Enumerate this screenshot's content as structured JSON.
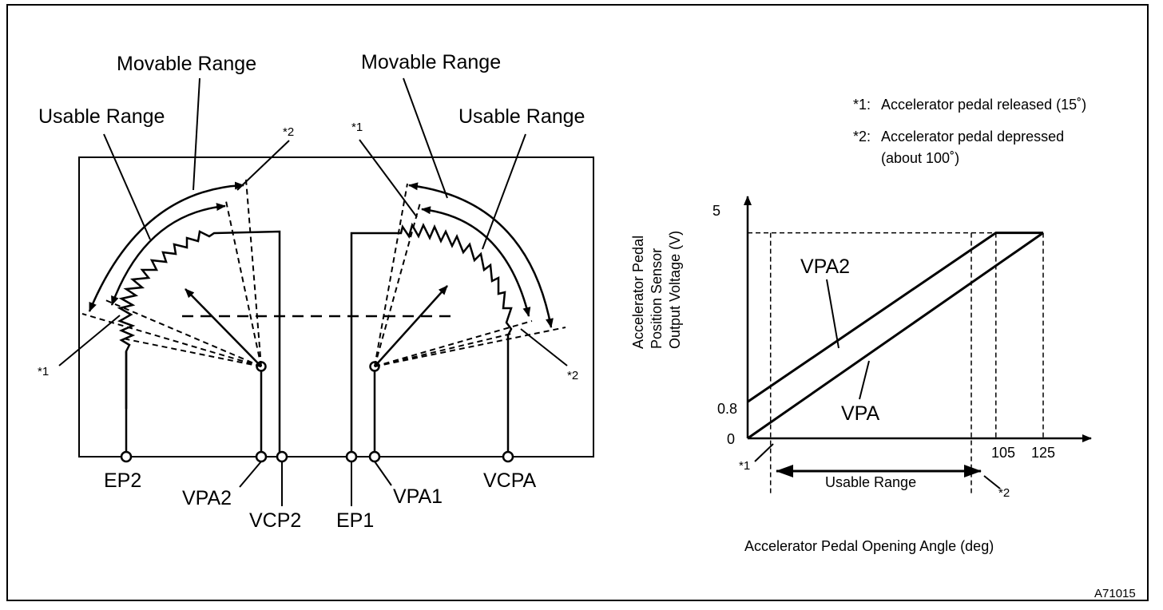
{
  "sensor_diagram": {
    "left_movable_range": "Movable Range",
    "left_usable_range": "Usable Range",
    "right_movable_range": "Movable Range",
    "right_usable_range": "Usable Range",
    "mark_1": "*1",
    "mark_2": "*2",
    "terminals": [
      "EP2",
      "VPA2",
      "VCP2",
      "EP1",
      "VPA1",
      "VCPA"
    ]
  },
  "notes": [
    {
      "mark": "*1:",
      "text": "Accelerator pedal released (15˚)"
    },
    {
      "mark": "*2:",
      "text": "Accelerator pedal depressed"
    },
    {
      "mark": "",
      "text": "(about 100˚)"
    }
  ],
  "chart_data": {
    "type": "line",
    "ylabel_lines": [
      "Accelerator Pedal",
      "Position Sensor",
      "Output Voltage (V)"
    ],
    "xlabel": "Accelerator Pedal Opening Angle (deg)",
    "y_ticks": [
      "5",
      "0.8",
      "0"
    ],
    "x_ticks": [
      "105",
      "125"
    ],
    "series": [
      {
        "name": "VPA2",
        "x": [
          0,
          105,
          125
        ],
        "y": [
          0.8,
          4.5,
          4.5
        ]
      },
      {
        "name": "VPA",
        "x": [
          0,
          125
        ],
        "y": [
          0,
          4.5
        ]
      }
    ],
    "annotations": {
      "usable_range": "Usable Range",
      "mark_1": "*1",
      "mark_2": "*2"
    }
  },
  "figure_id": "A71015"
}
